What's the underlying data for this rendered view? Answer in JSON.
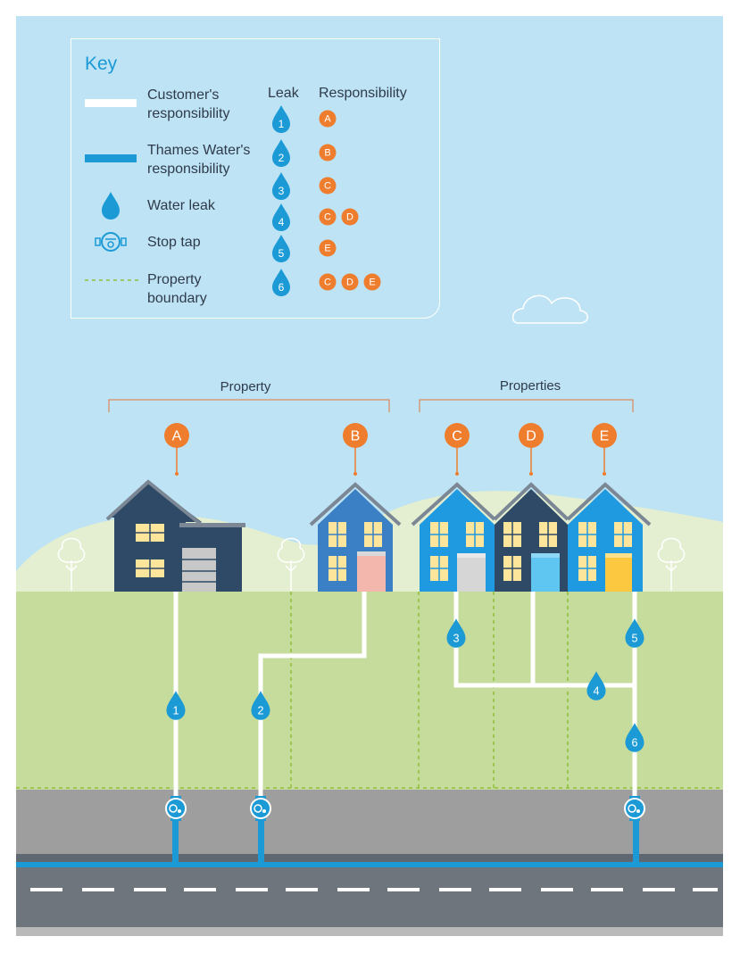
{
  "key": {
    "title": "Key",
    "customer_line": "Customer's\nresponsibility",
    "thames_line": "Thames Water's\nresponsibility",
    "water_leak": "Water leak",
    "stop_tap": "Stop tap",
    "property_boundary": "Property\nboundary",
    "col_leak": "Leak",
    "col_responsibility": "Responsibility",
    "rows": [
      {
        "leak": "1",
        "resp": [
          "A"
        ]
      },
      {
        "leak": "2",
        "resp": [
          "B"
        ]
      },
      {
        "leak": "3",
        "resp": [
          "C"
        ]
      },
      {
        "leak": "4",
        "resp": [
          "C",
          "D"
        ]
      },
      {
        "leak": "5",
        "resp": [
          "E"
        ]
      },
      {
        "leak": "6",
        "resp": [
          "C",
          "D",
          "E"
        ]
      }
    ]
  },
  "labels": {
    "property": "Property",
    "properties": "Properties"
  },
  "markers": [
    "A",
    "B",
    "C",
    "D",
    "E"
  ],
  "leaks": [
    "1",
    "2",
    "3",
    "4",
    "5",
    "6"
  ],
  "colors": {
    "sky": "#bde3f5",
    "hill": "#e3efd0",
    "grass": "#c6dc9c",
    "pavement": "#9e9e9e",
    "road": "#6e757c",
    "thames_blue": "#1b9ad6",
    "orange": "#ee7d2e",
    "dark_house": "#2f4a66",
    "mid_house": "#3b7fc4",
    "light_house": "#1f9ae0",
    "boundary": "#8fbf3a"
  }
}
